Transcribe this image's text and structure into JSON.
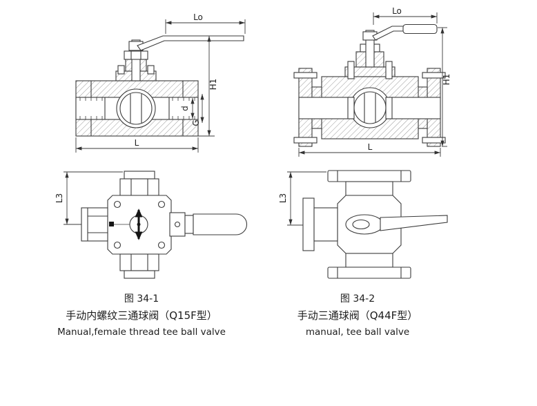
{
  "drawing": {
    "background": "#ffffff",
    "line_color": "#3a3a3a"
  },
  "left_figure": {
    "caption_number": "图 34-1",
    "caption_cn": "手动内螺纹三通球阀（Q15F型）",
    "caption_en": "Manual,female thread tee ball valve",
    "dim_lo": "Lo",
    "dim_h1": "H1",
    "dim_l": "L",
    "dim_l3": "L3",
    "dim_d": "d",
    "dim_g": "G"
  },
  "right_figure": {
    "caption_number": "图 34-2",
    "caption_cn": "手动三通球阀（Q44F型）",
    "caption_en": "manual, tee ball valve",
    "dim_lo": "Lo",
    "dim_h1": "H1",
    "dim_l": "L",
    "dim_l3": "L3"
  }
}
